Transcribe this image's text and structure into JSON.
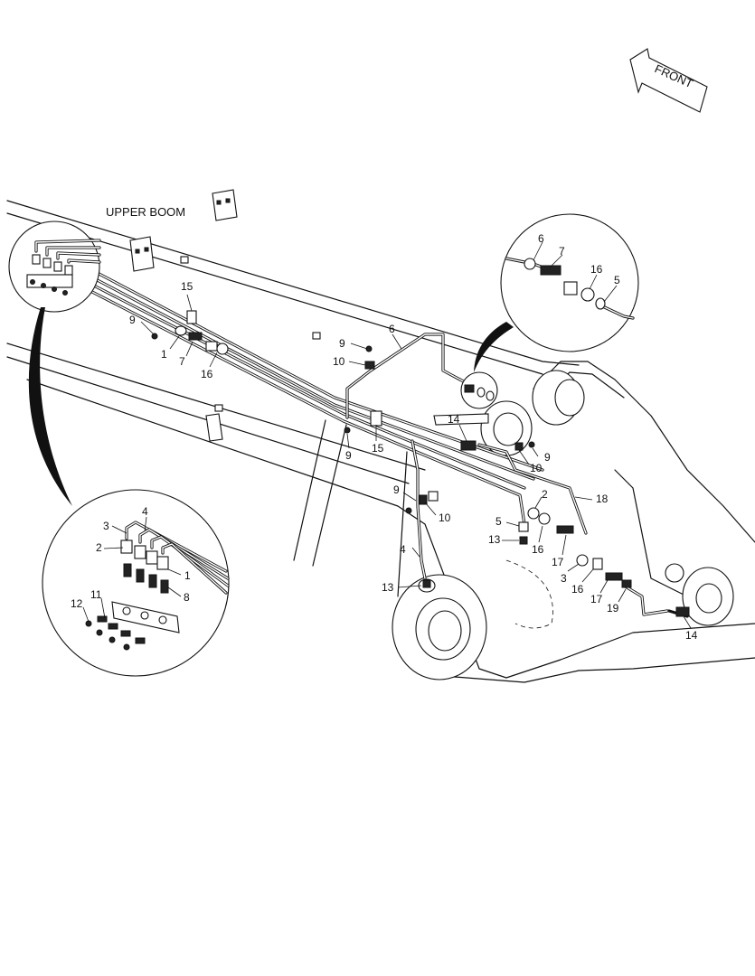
{
  "labels": {
    "upper_boom": "UPPER BOOM",
    "front": "FRONT"
  },
  "callouts": {
    "c1_main": "1",
    "c7_main": "7",
    "c9_main_a": "9",
    "c15_main_a": "15",
    "c16_main_a": "16",
    "c6_main": "6",
    "c9_main_b": "9",
    "c10_main_b": "10",
    "c9_main_c": "9",
    "c15_main_c": "15",
    "c14_main_a": "14",
    "c9_main_d": "9",
    "c10_main_d": "10",
    "c2_main": "2",
    "c18_main": "18",
    "c9_main_e": "9",
    "c10_main_e": "10",
    "c5_main": "5",
    "c13_main_a": "13",
    "c16_main_b": "16",
    "c4_main": "4",
    "c17_main_a": "17",
    "c3_main": "3",
    "c16_main_c": "16",
    "c13_main_b": "13",
    "c17_main_b": "17",
    "c19_main": "19",
    "c14_main_b": "14",
    "c6_detail": "6",
    "c7_detail": "7",
    "c16_detail": "16",
    "c5_detail": "5",
    "c3_detail": "3",
    "c4_detail": "4",
    "c2_detail": "2",
    "c1_detail": "1",
    "c8_detail": "8",
    "c11_detail": "11",
    "c12_detail": "12"
  }
}
